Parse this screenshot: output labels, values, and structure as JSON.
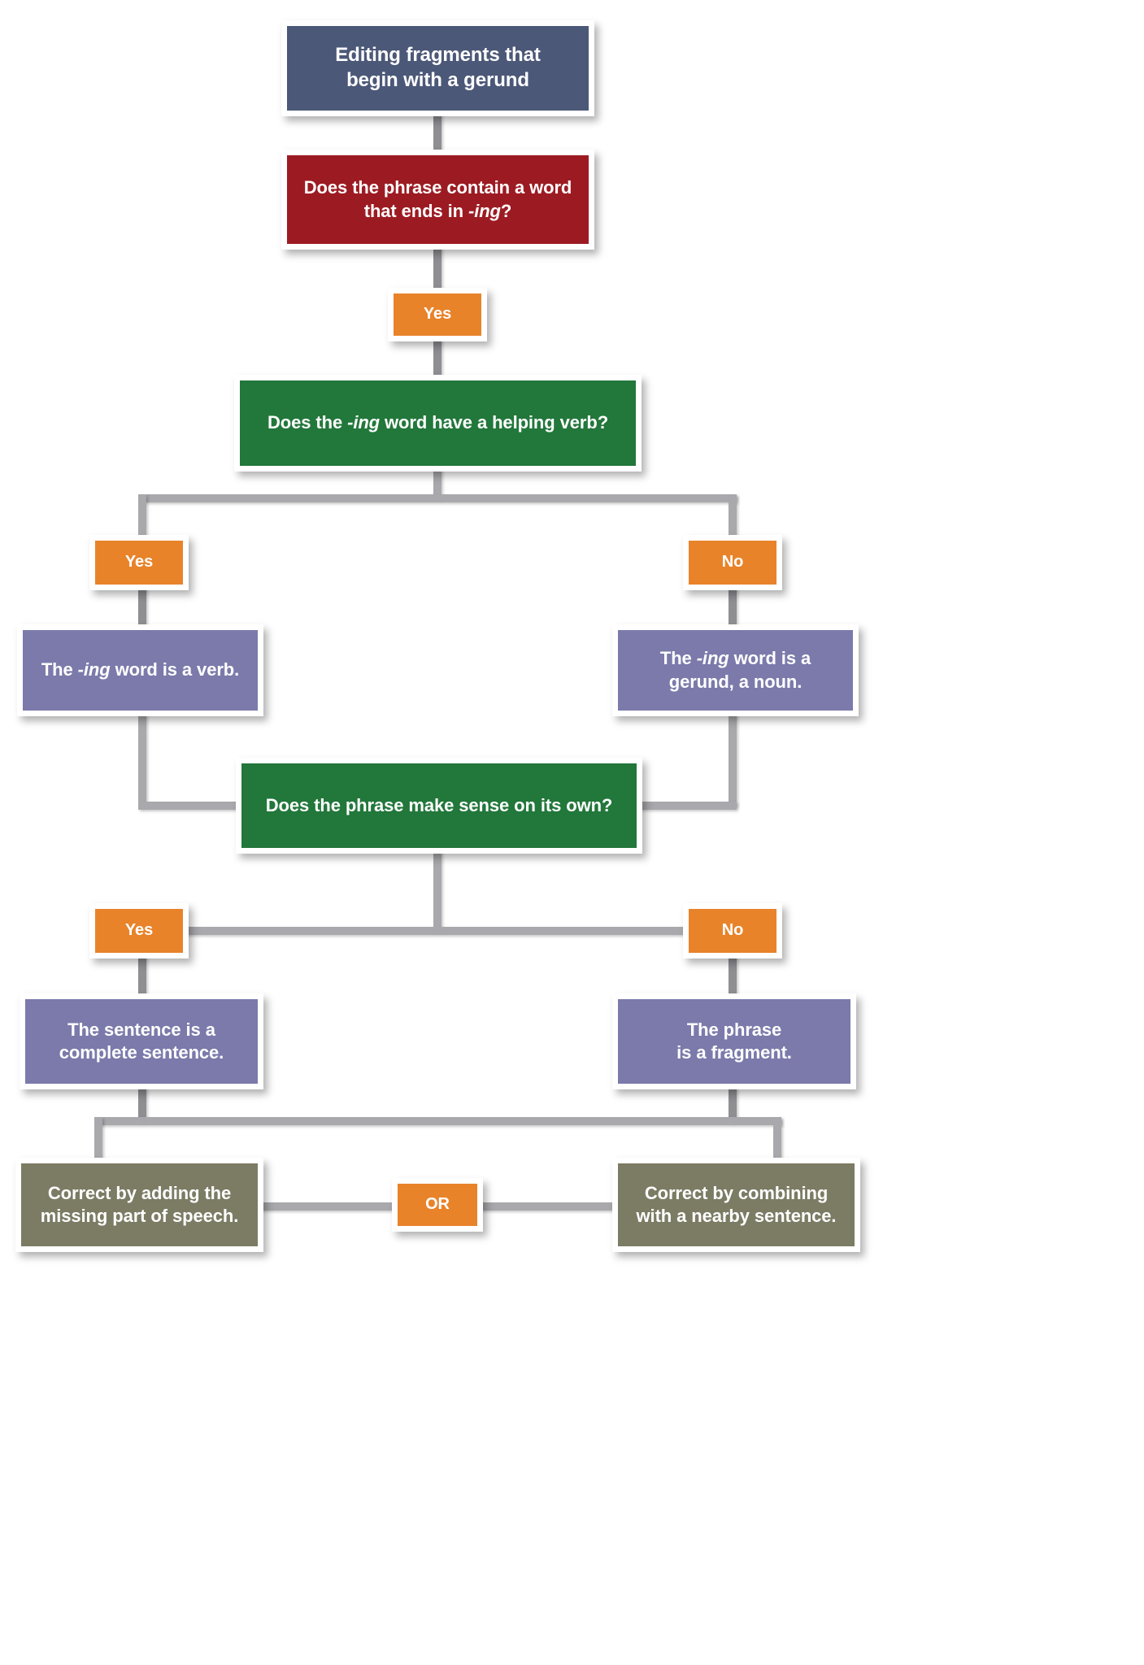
{
  "diagram": {
    "title": "Editing fragments that begin with a gerund",
    "palette": {
      "blue": "#4c5878",
      "red": "#9c1b22",
      "green": "#22773b",
      "orange": "#e8832a",
      "purple": "#7b7aab",
      "olive": "#7c7b64",
      "connector": "#a9a9ad",
      "text": "#ffffff",
      "background": "#ffffff"
    },
    "nodes": {
      "start": {
        "label_line1": "Editing fragments that",
        "label_line2": "begin with a gerund",
        "color": "blue"
      },
      "q_ing": {
        "label_line1": "Does the phrase contain a word",
        "label_line2_pre": "that ends in ",
        "label_line2_em": "-ing",
        "label_line2_post": "?",
        "color": "red"
      },
      "yes_ing": {
        "label": "Yes",
        "color": "orange"
      },
      "q_helping": {
        "label_pre": "Does the  ",
        "label_em": "-ing",
        "label_post": " word have a helping verb?",
        "color": "green"
      },
      "yes_helping": {
        "label": "Yes",
        "color": "orange"
      },
      "no_helping": {
        "label": "No",
        "color": "orange"
      },
      "ing_is_verb": {
        "label_pre": "The ",
        "label_em": "-ing",
        "label_post": " word is a verb.",
        "color": "purple"
      },
      "ing_is_gerund": {
        "label_line1_pre": "The ",
        "label_line1_em": "-ing",
        "label_line1_post": " word is a",
        "label_line2": "gerund, a noun.",
        "color": "purple"
      },
      "q_sense": {
        "label": "Does the phrase make sense on its own?",
        "color": "green"
      },
      "yes_sense": {
        "label": "Yes",
        "color": "orange"
      },
      "no_sense": {
        "label": "No",
        "color": "orange"
      },
      "complete": {
        "label_line1": "The sentence is a",
        "label_line2": "complete sentence.",
        "color": "purple"
      },
      "fragment": {
        "label_line1": "The phrase",
        "label_line2": "is a fragment.",
        "color": "purple"
      },
      "fix_add": {
        "label_line1": "Correct by adding the",
        "label_line2": "missing part of speech.",
        "color": "olive"
      },
      "or": {
        "label": "OR",
        "color": "orange"
      },
      "fix_combine": {
        "label_line1": "Correct by combining",
        "label_line2": "with a nearby sentence.",
        "color": "olive"
      }
    }
  }
}
